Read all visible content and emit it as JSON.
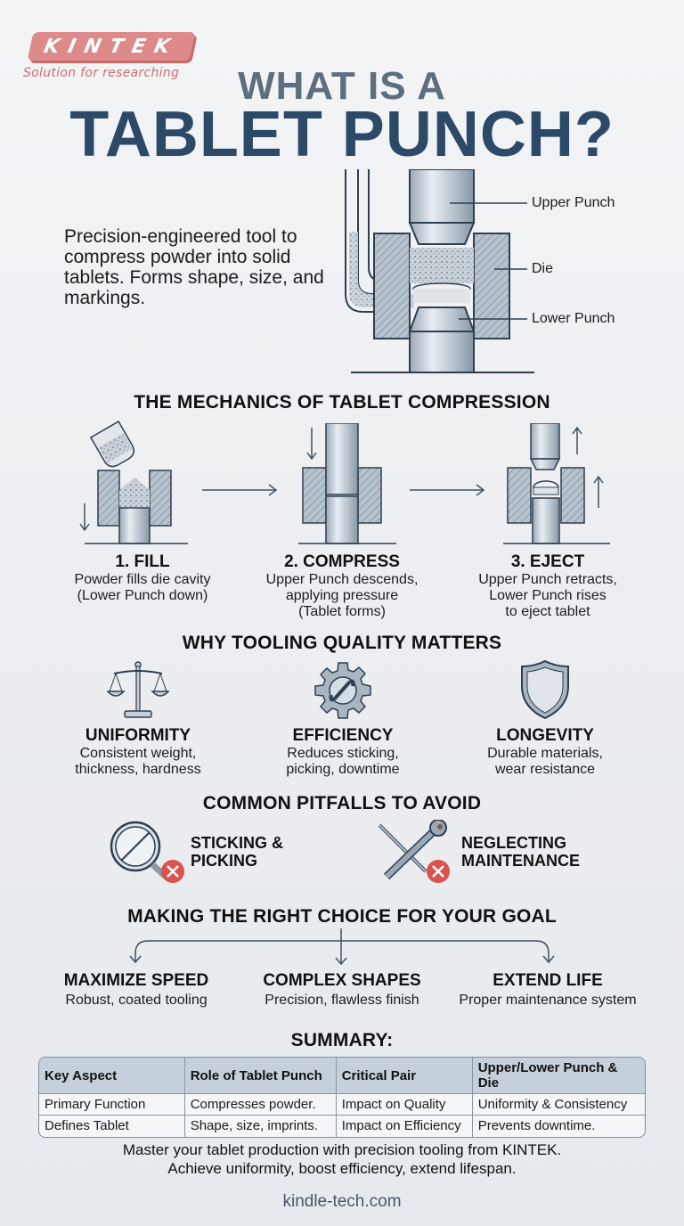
{
  "logo": {
    "brand": "KINTEK",
    "tagline": "Solution for researching"
  },
  "title": {
    "line1": "WHAT IS A",
    "line2": "TABLET PUNCH?"
  },
  "intro": "Precision-engineered tool to compress powder into solid tablets. Forms shape, size, and markings.",
  "diagram": {
    "labels": {
      "upper_punch": "Upper Punch",
      "die": "Die",
      "lower_punch": "Lower Punch"
    }
  },
  "mechanics": {
    "title": "THE MECHANICS OF TABLET COMPRESSION",
    "steps": [
      {
        "title": "1. FILL",
        "desc": [
          "Powder fills die cavity",
          "(Lower Punch down)"
        ]
      },
      {
        "title": "2. COMPRESS",
        "desc": [
          "Upper Punch descends,",
          "applying pressure",
          "(Tablet forms)"
        ]
      },
      {
        "title": "3. EJECT",
        "desc": [
          "Upper Punch retracts,",
          "Lower Punch rises",
          "to eject tablet"
        ]
      }
    ]
  },
  "quality": {
    "title": "WHY TOOLING QUALITY MATTERS",
    "items": [
      {
        "icon": "scales-icon",
        "title": "UNIFORMITY",
        "desc": [
          "Consistent weight,",
          "thickness, hardness"
        ]
      },
      {
        "icon": "gear-wrench-icon",
        "title": "EFFICIENCY",
        "desc": [
          "Reduces sticking,",
          "picking, downtime"
        ]
      },
      {
        "icon": "shield-icon",
        "title": "LONGEVITY",
        "desc": [
          "Durable materials,",
          "wear resistance"
        ]
      }
    ]
  },
  "pitfalls": {
    "title": "COMMON PITFALLS TO AVOID",
    "items": [
      {
        "icon": "magnifier-icon",
        "label": [
          "STICKING &",
          "PICKING"
        ]
      },
      {
        "icon": "tools-icon",
        "label": [
          "NEGLECTING",
          "MAINTENANCE"
        ]
      }
    ]
  },
  "choice": {
    "title": "MAKING THE RIGHT CHOICE FOR YOUR GOAL",
    "goals": [
      {
        "title": "MAXIMIZE SPEED",
        "desc": "Robust, coated tooling"
      },
      {
        "title": "COMPLEX SHAPES",
        "desc": "Precision, flawless finish"
      },
      {
        "title": "EXTEND LIFE",
        "desc": "Proper maintenance system"
      }
    ]
  },
  "summary": {
    "title": "SUMMARY:",
    "headers": [
      "Key Aspect",
      "Role of Tablet Punch",
      "Critical Pair",
      "Upper/Lower Punch & Die"
    ],
    "rows": [
      [
        "Primary Function",
        "Compresses powder.",
        "Impact on Quality",
        "Uniformity & Consistency"
      ],
      [
        "Defines Tablet",
        "Shape, size, imprints.",
        "Impact on Efficiency",
        "Prevents downtime."
      ]
    ]
  },
  "footer": {
    "line1": "Master your tablet production with precision tooling from KINTEK.",
    "line2": "Achieve uniformity, boost efficiency, extend lifespan.",
    "url": "kindle-tech.com"
  },
  "colors": {
    "title_dark": "#2c4a68",
    "title_light": "#5d6e7e",
    "logo_red": "#de8a8a",
    "metal": "#b9c4cf",
    "outline": "#2f3f50",
    "error_red": "#d9534f"
  }
}
